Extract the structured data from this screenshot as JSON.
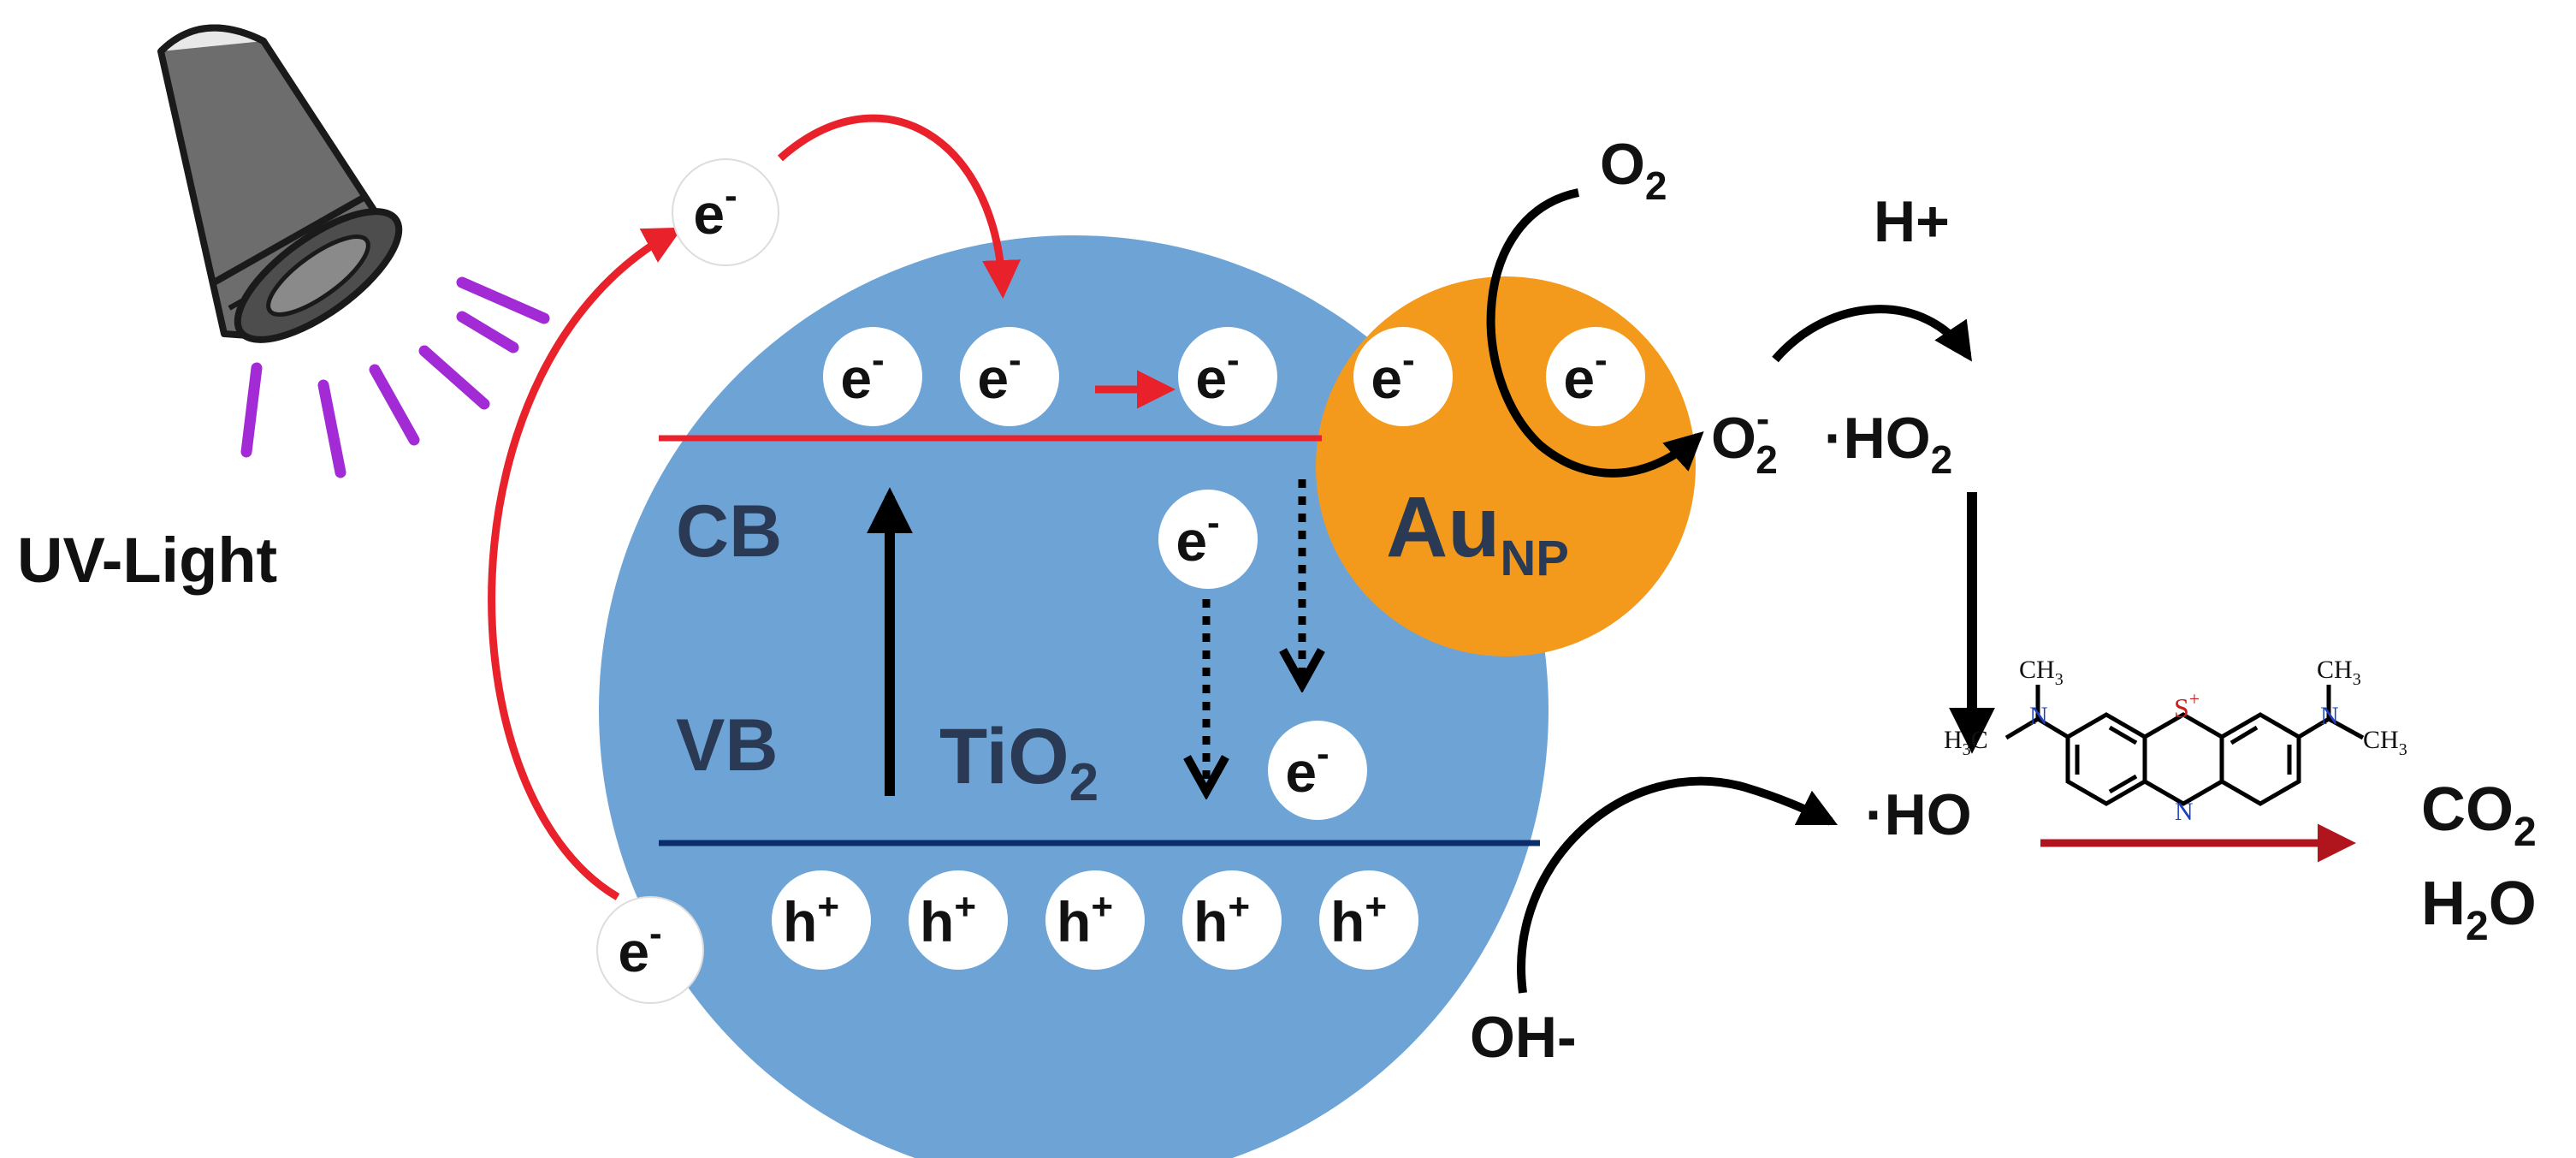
{
  "labels": {
    "uv_light": "UV-Light",
    "cb": "CB",
    "vb": "VB",
    "tio2": "TiO",
    "tio2_sub": "2",
    "au": "Au",
    "au_sub": "NP",
    "o2": "O",
    "o2_sub": "2",
    "h_plus": "H+",
    "superoxide": "O",
    "superoxide_sub": "2",
    "superoxide_sup": "-",
    "hydroperoxyl": "·HO",
    "hydroperoxyl_sub": "2",
    "hydroxyl_radical": "·HO",
    "hydroxide": "OH-",
    "co2": "CO",
    "co2_sub": "2",
    "h2o": "H",
    "h2o_sub": "2",
    "h2o_tail": "O"
  },
  "particles": {
    "electron": "e",
    "electron_charge": "-",
    "hole": "h",
    "hole_charge": "+"
  },
  "molecule": {
    "name": "methylene-blue",
    "top_left_group": "CH",
    "top_left_sub": "3",
    "left_group": "H",
    "left_group_sub": "3",
    "left_group_tail": "C",
    "right_top_group": "CH",
    "right_top_sub": "3",
    "right_group": "CH",
    "right_group_sub": "3",
    "n_left": "N",
    "n_right": "N",
    "sulfur": "S",
    "sulfur_charge": "+",
    "ring_n": "N"
  },
  "colors": {
    "tio2_particle": "#6ea3d6",
    "au_particle": "#f39a1c",
    "cb_line": "#e8212b",
    "vb_line": "#0b2d6b",
    "red_arrow": "#e8212b",
    "dark_red_arrow": "#b0141c",
    "uv_rays": "#a32bd6",
    "lamp": "#6d6d6d",
    "band_text": "#2a3a55",
    "au_text": "#2a3a55"
  }
}
